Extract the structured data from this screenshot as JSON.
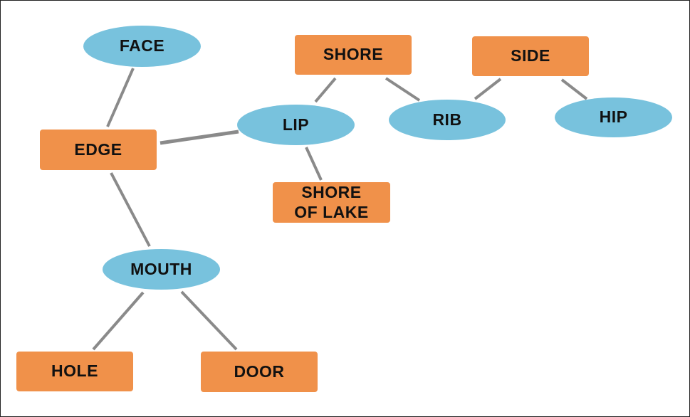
{
  "colors": {
    "concept_fill": "#f0914a",
    "word_fill": "#78c2dd",
    "connector": "#8a8a8a",
    "text": "#111111"
  },
  "nodes": [
    {
      "id": "face",
      "label": "FACE",
      "shape": "ellipse"
    },
    {
      "id": "edge",
      "label": "EDGE",
      "shape": "box"
    },
    {
      "id": "lip",
      "label": "LIP",
      "shape": "ellipse"
    },
    {
      "id": "shore",
      "label": "SHORE",
      "shape": "box"
    },
    {
      "id": "rib",
      "label": "RIB",
      "shape": "ellipse"
    },
    {
      "id": "side",
      "label": "SIDE",
      "shape": "box"
    },
    {
      "id": "hip",
      "label": "HIP",
      "shape": "ellipse"
    },
    {
      "id": "shore-of-lake",
      "label": "SHORE\nOF LAKE",
      "shape": "box"
    },
    {
      "id": "mouth",
      "label": "MOUTH",
      "shape": "ellipse"
    },
    {
      "id": "hole",
      "label": "HOLE",
      "shape": "box"
    },
    {
      "id": "door",
      "label": "DOOR",
      "shape": "box"
    }
  ],
  "edges": [
    {
      "from": "face",
      "to": "edge"
    },
    {
      "from": "edge",
      "to": "lip"
    },
    {
      "from": "edge",
      "to": "mouth"
    },
    {
      "from": "lip",
      "to": "shore"
    },
    {
      "from": "lip",
      "to": "shore-of-lake"
    },
    {
      "from": "shore",
      "to": "rib"
    },
    {
      "from": "rib",
      "to": "side"
    },
    {
      "from": "side",
      "to": "hip"
    },
    {
      "from": "mouth",
      "to": "hole"
    },
    {
      "from": "mouth",
      "to": "door"
    }
  ]
}
